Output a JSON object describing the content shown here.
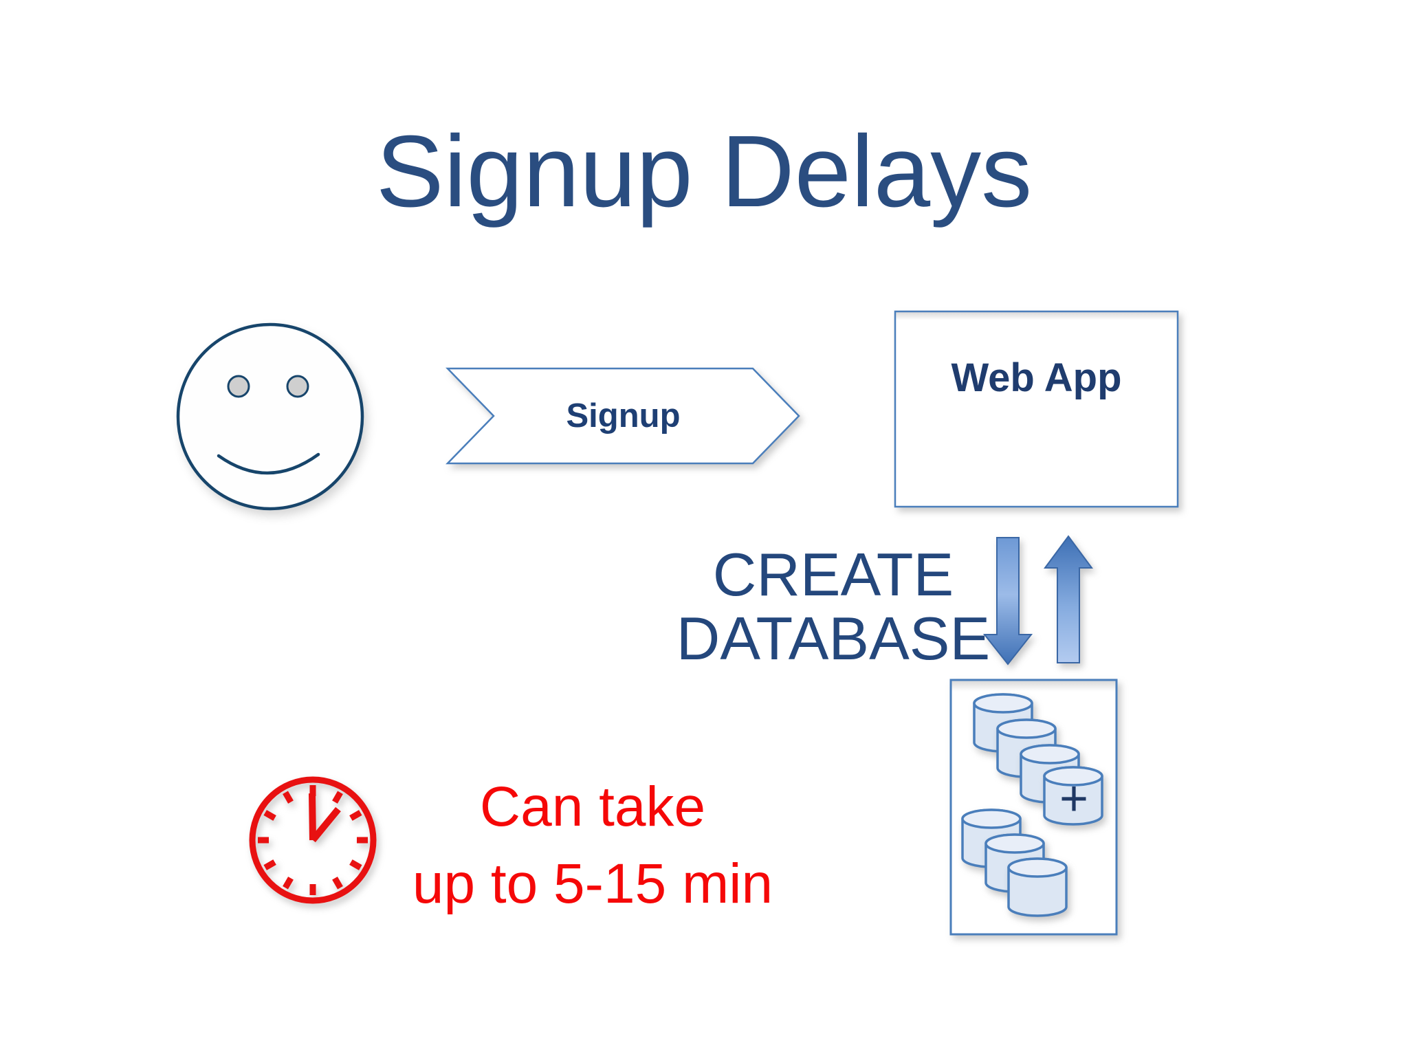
{
  "slide": {
    "title": "Signup Delays"
  },
  "flow": {
    "signup_arrow": {
      "label": "Signup"
    },
    "web_app": {
      "label": "Web App"
    },
    "create_database": {
      "line1": "CREATE",
      "line2": "DATABASE"
    },
    "database_cluster": {
      "plus_label": "+",
      "cylinder_count": 7
    }
  },
  "note": {
    "line1": "Can take",
    "line2": "up to 5-15 min"
  },
  "icons": {
    "smiley_face": "smiley-face-icon",
    "clock": "clock-icon",
    "down_arrow": "down-block-arrow-icon",
    "up_arrow": "up-block-arrow-icon",
    "database_cylinder": "database-cylinder-icon"
  },
  "colors": {
    "title_text": "#2a4d80",
    "heading_text": "#1f3c6e",
    "shape_stroke": "#4a7ebb",
    "cylinder_fill": "#dce6f3",
    "block_arrow_light": "#a9c4ec",
    "block_arrow_dark": "#3e70b5",
    "note_red": "#f50808",
    "clock_red": "#e81111",
    "background": "#ffffff"
  }
}
